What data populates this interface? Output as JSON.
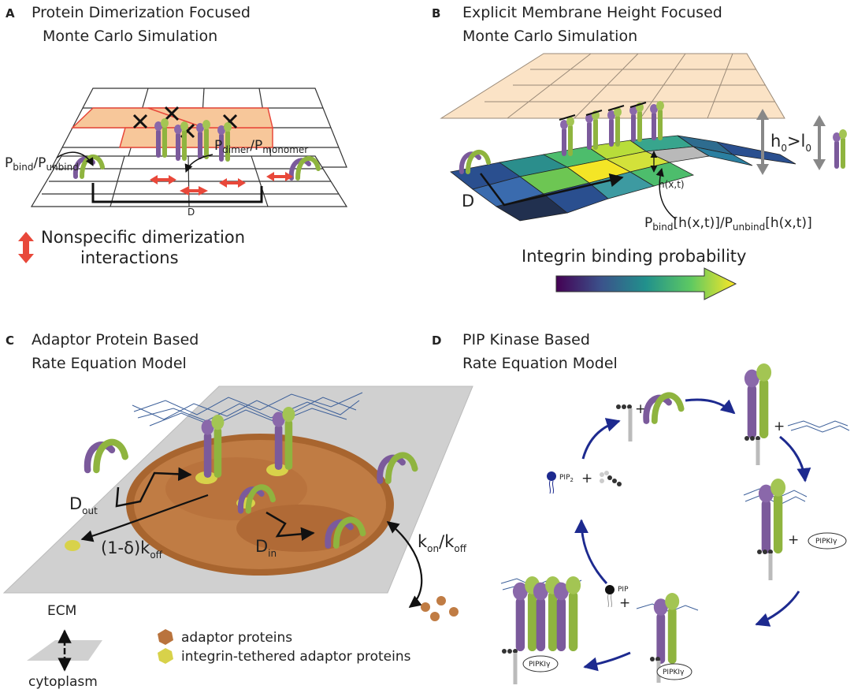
{
  "panels": {
    "a": {
      "letter": "A",
      "title_line1": "Protein Dimerization Focused",
      "title_line2": "Monte Carlo Simulation",
      "pbind_main": "P",
      "pbind_sub": "bind",
      "pbind_sep": "/P",
      "punbind_sub": "unbind",
      "pdimer_main": "P",
      "pdimer_sub": "dimer",
      "pdimer_sep": "/P",
      "pmonomer_sub": "monomer",
      "d_label": "D",
      "legend_line1": "Nonspecific dimerization",
      "legend_line2": "interactions"
    },
    "b": {
      "letter": "B",
      "title_line1": "Explicit Membrane Height Focused",
      "title_line2": "Monte Carlo Simulation",
      "d_label": "D",
      "height_label": "h(x,t)",
      "h0_main": "h",
      "h0_sub": "0",
      "h0_rel": ">l",
      "l0_sub": "0",
      "pbind_prefix": "P",
      "pbind_sub": "bind",
      "pbind_arg": "[h(x,t)]/P",
      "punbind_sub": "unbind",
      "punbind_arg": "[h(x,t)]",
      "colorbar_label": "Integrin binding probability"
    },
    "c": {
      "letter": "C",
      "title_line1": "Adaptor Protein Based",
      "title_line2": "Rate Equation Model",
      "dout_main": "D",
      "dout_sub": "out",
      "din_main": "D",
      "din_sub": "in",
      "koff_prefix": "(1-δ)k",
      "koff_sub": "off",
      "kon_main": "k",
      "kon_sub": "on",
      "kon_sep": "/k",
      "koff2_sub": "off",
      "ecm": "ECM",
      "cytoplasm": "cytoplasm",
      "legend_adaptor": "adaptor proteins",
      "legend_tethered": "integrin-tethered adaptor proteins"
    },
    "d": {
      "letter": "D",
      "title_line1": "PIP Kinase Based",
      "title_line2": "Rate Equation Model",
      "plus": "+",
      "pip2_main": "PIP",
      "pip2_sub": "2",
      "pip": "PIP",
      "pipki": "PIPKIγ"
    }
  },
  "colors": {
    "integrin_purple": "#7b5a9b",
    "integrin_green": "#8fb43f",
    "dimer_red": "#e8483a",
    "tile_orange": "#f7c79a",
    "membrane_tan": "#fbe3c6",
    "arrow_blue": "#1d2a8f",
    "adaptor_brown": "#b9733d",
    "tethered_yellow": "#d8d24a",
    "ecm_blue": "#3c5f99",
    "viridis_start": "#440154",
    "viridis_end": "#fde725"
  }
}
